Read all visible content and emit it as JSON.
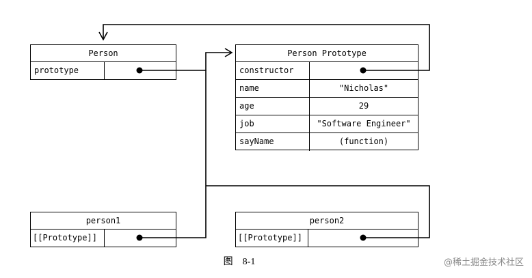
{
  "person": {
    "title": "Person",
    "rows": [
      {
        "key": "prototype",
        "value": ""
      }
    ]
  },
  "person_prototype": {
    "title": "Person Prototype",
    "rows": [
      {
        "key": "constructor",
        "value": ""
      },
      {
        "key": "name",
        "value": "\"Nicholas\""
      },
      {
        "key": "age",
        "value": "29"
      },
      {
        "key": "job",
        "value": "\"Software Engineer\""
      },
      {
        "key": "sayName",
        "value": "(function)"
      }
    ]
  },
  "person1": {
    "title": "person1",
    "rows": [
      {
        "key": "[[Prototype]]",
        "value": ""
      }
    ]
  },
  "person2": {
    "title": "person2",
    "rows": [
      {
        "key": "[[Prototype]]",
        "value": ""
      }
    ]
  },
  "caption": "图　8-1",
  "watermark": "@稀土掘金技术社区"
}
